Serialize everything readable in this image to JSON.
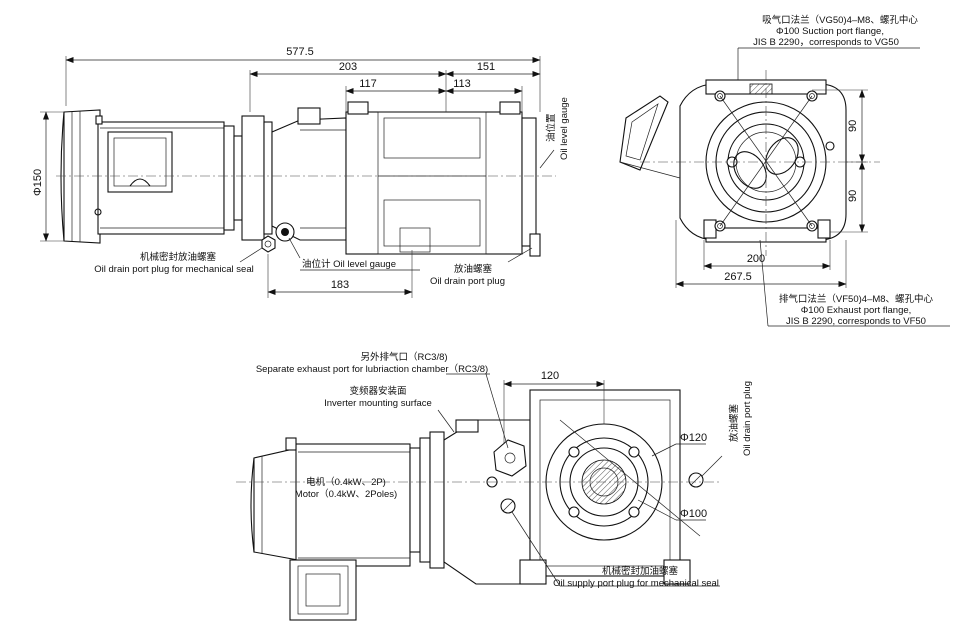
{
  "dimensions": {
    "overall_length": "577.5",
    "d203": "203",
    "d151": "151",
    "d117": "117",
    "d113": "113",
    "d183": "183",
    "phi150": "Φ150",
    "d90_top": "90",
    "d90_bottom": "90",
    "d200": "200",
    "d267_5": "267.5",
    "d120": "120",
    "phi120": "Φ120",
    "phi100": "Φ100"
  },
  "labels": {
    "oil_drain_mech_cn": "机械密封放油螺塞",
    "oil_drain_mech_en": "Oil drain port plug for mechanical seal",
    "oil_level_gauge_line": "油位计 Oil level gauge",
    "oil_drain_cn": "放油螺塞",
    "oil_drain_en": "Oil drain port plug",
    "oil_level_vertical_cn": "油位置",
    "oil_level_vertical_en": "Oil level gauge",
    "suction_cn": "吸气口法兰（VG50)4–M8、螺孔中心",
    "suction_en1": "Φ100 Suction port flange,",
    "suction_en2": "JIS B 2290，corresponds to VG50",
    "exhaust_cn": "排气口法兰（VF50)4–M8、螺孔中心",
    "exhaust_en1": "Φ100 Exhaust port flange,",
    "exhaust_en2": "JIS B 2290, corresponds to VF50",
    "sep_exhaust_cn": "另外排气口（RC3/8)",
    "sep_exhaust_en": "Separate exhaust port for lubriaction chamber（RC3/8)",
    "inverter_cn": "变频器安装面",
    "inverter_en": "Inverter mounting surface",
    "motor_cn": "电机（0.4kW、2P)",
    "motor_en": "Motor（0.4kW、2Poles)",
    "oil_drain_vertical_cn": "放油螺塞",
    "oil_drain_vertical_en": "Oil drain port plug",
    "oil_supply_cn": "机械密封加油螺塞",
    "oil_supply_en": "Oil supply port plug for mechanical seal"
  }
}
